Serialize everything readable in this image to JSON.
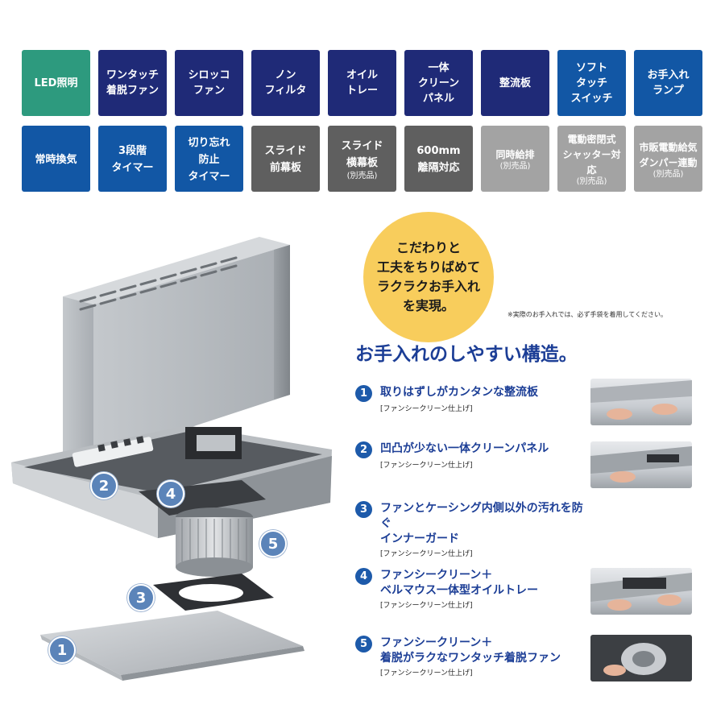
{
  "feature_tiles": {
    "row1": [
      {
        "label": "LED照明",
        "color": "teal"
      },
      {
        "label": "ワンタッチ\n着脱ファン",
        "color": "navy"
      },
      {
        "label": "シロッコ\nファン",
        "color": "navy"
      },
      {
        "label": "ノン\nフィルタ",
        "color": "navy"
      },
      {
        "label": "オイル\nトレー",
        "color": "navy"
      },
      {
        "label": "一体\nクリーン\nパネル",
        "color": "navy"
      },
      {
        "label": "整流板",
        "color": "navy"
      },
      {
        "label": "ソフト\nタッチ\nスイッチ",
        "color": "blue"
      },
      {
        "label": "お手入れ\nランプ",
        "color": "blue"
      }
    ],
    "row2": [
      {
        "label": "常時換気",
        "sub": "",
        "color": "blue"
      },
      {
        "label": "3段階\nタイマー",
        "sub": "",
        "color": "blue"
      },
      {
        "label": "切り忘れ\n防止\nタイマー",
        "sub": "",
        "color": "blue"
      },
      {
        "label": "スライド\n前幕板",
        "sub": "",
        "color": "dgray"
      },
      {
        "label": "スライド\n横幕板",
        "sub": "(別売品)",
        "color": "dgray"
      },
      {
        "label": "600mm\n離隔対応",
        "sub": "",
        "color": "dgray"
      },
      {
        "label": "同時給排",
        "sub": "(別売品)",
        "color": "lgray"
      },
      {
        "label": "電動密閉式\nシャッター対応",
        "sub": "(別売品)",
        "color": "lgray"
      },
      {
        "label": "市販電動給気\nダンパー連動",
        "sub": "(別売品)",
        "color": "lgray"
      }
    ]
  },
  "bubble_text": "こだわりと\n工夫をちりばめて\nラクラクお手入れ\nを実現。",
  "glove_note": "※実際のお手入れでは、必ず手袋を着用してください。",
  "section_heading": "お手入れのしやすい構造。",
  "features": [
    {
      "num": "1",
      "title": "取りはずしがカンタンな整流板",
      "note": "[ファンシークリーン仕上げ]"
    },
    {
      "num": "2",
      "title": "凹凸が少ない一体クリーンパネル",
      "note": "[ファンシークリーン仕上げ]"
    },
    {
      "num": "3",
      "title": "ファンとケーシング内側以外の汚れを防ぐ\nインナーガード",
      "note": "[ファンシークリーン仕上げ]"
    },
    {
      "num": "4",
      "title": "ファンシークリーン＋\nベルマウス一体型オイルトレー",
      "note": "[ファンシークリーン仕上げ]"
    },
    {
      "num": "5",
      "title": "ファンシークリーン＋\n着脱がラクなワンタッチ着脱ファン",
      "note": "[ファンシークリーン仕上げ]"
    }
  ],
  "diagram_callouts": [
    "1",
    "2",
    "3",
    "4",
    "5"
  ],
  "colors": {
    "teal": "#2d9a7e",
    "navy": "#1f2a77",
    "blue": "#1257a5",
    "dgray": "#5f5f5f",
    "lgray": "#a3a3a3",
    "heading": "#1c3e96",
    "bubble": "#f8cd5c",
    "callout": "#5b84b9"
  }
}
